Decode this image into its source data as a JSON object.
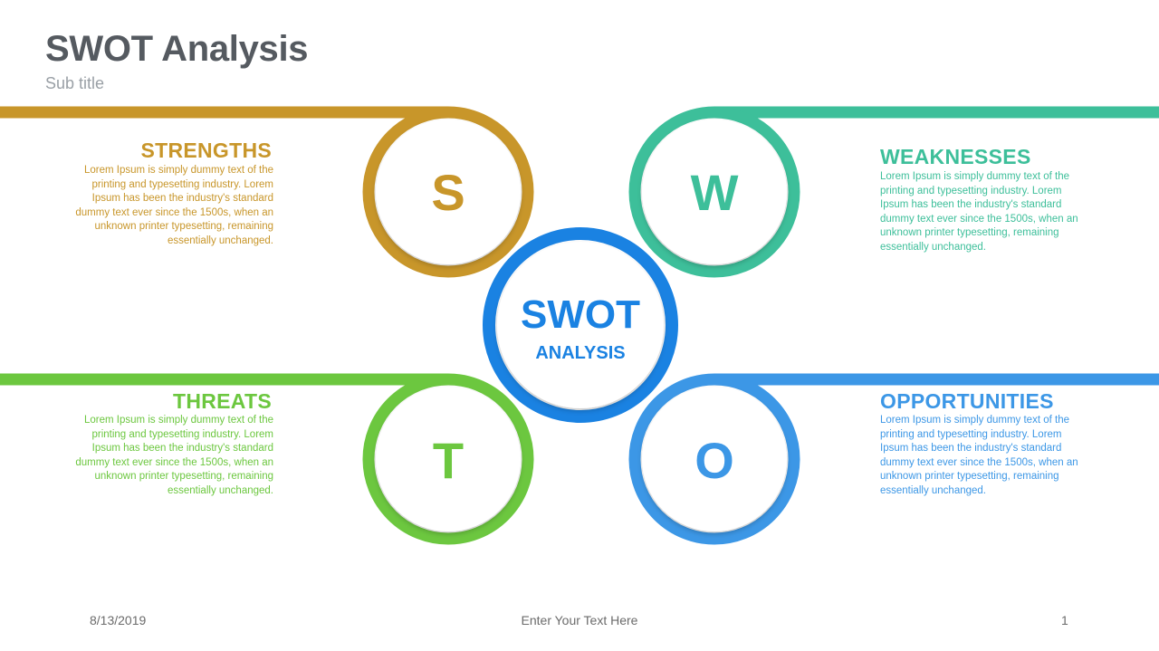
{
  "slide": {
    "title": "SWOT Analysis",
    "subtitle": "Sub title"
  },
  "center": {
    "line1": "SWOT",
    "line2": "ANALYSIS",
    "color": "#1a82e2"
  },
  "quadrants": {
    "strengths": {
      "letter": "S",
      "heading": "STRENGTHS",
      "text": "Lorem Ipsum is simply dummy text of the printing and typesetting industry. Lorem Ipsum has been the industry's standard dummy text ever since the 1500s, when an unknown printer typesetting, remaining essentially unchanged.",
      "color": "#c8962a"
    },
    "weaknesses": {
      "letter": "W",
      "heading": "WEAKNESSES",
      "text": "Lorem Ipsum is simply dummy text of the printing and typesetting industry. Lorem Ipsum has been the industry's standard dummy text ever since the 1500s, when an unknown printer typesetting, remaining essentially unchanged.",
      "color": "#3dbf9a"
    },
    "threats": {
      "letter": "T",
      "heading": "THREATS",
      "text": "Lorem Ipsum is simply dummy text of the printing and typesetting industry. Lorem Ipsum has been the industry's standard dummy text ever since the 1500s, when an unknown printer typesetting, remaining essentially unchanged.",
      "color": "#6cc73f"
    },
    "opportunities": {
      "letter": "O",
      "heading": "OPPORTUNITIES",
      "text": "Lorem Ipsum is simply dummy text of the printing and typesetting industry. Lorem Ipsum has been the industry's standard dummy text ever since the 1500s, when an unknown printer typesetting, remaining essentially unchanged.",
      "color": "#3c97e6"
    }
  },
  "footer": {
    "date": "8/13/2019",
    "center_text": "Enter Your Text Here",
    "page_number": "1"
  }
}
